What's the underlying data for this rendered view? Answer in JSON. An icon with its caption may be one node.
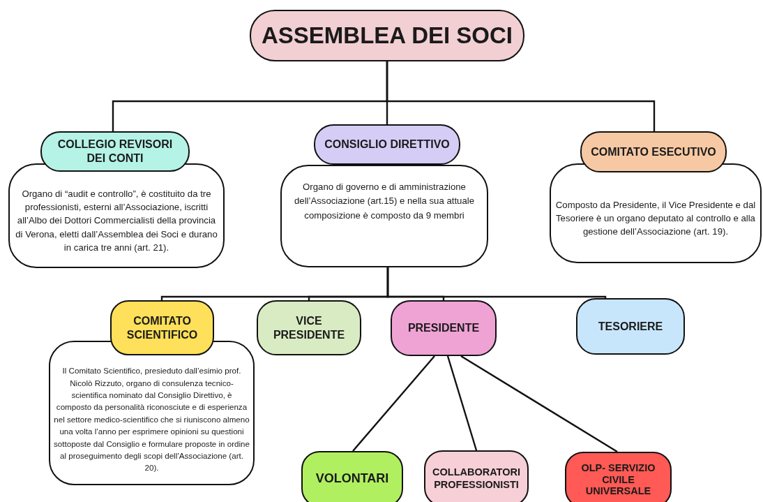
{
  "diagram": {
    "nodes": [
      {
        "text": [
          "ASSEMBLEA DEI SOCI"
        ]
      },
      {
        "text": [
          "COLLEGIO REVISORI DEI CONTI"
        ]
      },
      {
        "text": [
          "Organo di “audit e controllo”, è costituito da tre professionisti, esterni all’Associazione, iscritti all’Albo dei Dottori Commercialisti della provincia di Verona, eletti dall’Assemblea dei Soci e durano in carica tre anni (art. 21)."
        ]
      },
      {
        "text": [
          "CONSIGLIO DIRETTIVO"
        ]
      },
      {
        "text": [
          "Organo di governo e di amministrazione dell’Associazione (art.15) e nella sua attuale composizione è composto da 9 membri"
        ]
      },
      {
        "text": [
          "COMITATO ESECUTIVO"
        ]
      },
      {
        "text": [
          "Composto da Presidente, il Vice Presidente e dal Tesoriere è un organo deputato al controllo e alla gestione dell’Associazione (art. 19)."
        ]
      },
      {
        "text": [
          "COMITATO SCIENTIFICO"
        ]
      },
      {
        "text": [
          "Il Comitato Scientifico, presieduto dall’esimio prof. Nicolò Rizzuto, organo di consulenza tecnico-scientifica nominato dal Consiglio Direttivo, è composto da personalità riconosciute e di esperienza nel settore medico-scientifico che si riuniscono almeno una volta l’anno per esprimere opinioni su questioni sottoposte dal Consiglio e formulare proposte in ordine al proseguimento degli scopi dell’Associazione (art. 20)."
        ]
      },
      {
        "text": [
          "VICE PRESIDENTE"
        ]
      },
      {
        "text": [
          "PRESIDENTE"
        ]
      },
      {
        "text": [
          "TESORIERE"
        ]
      },
      {
        "text": [
          "VOLONTARI"
        ]
      },
      {
        "text": [
          "COLLABORATORI PROFESSIONISTI"
        ]
      },
      {
        "text": [
          "OLP- SERVIZIO CIVILE UNIVERSALE"
        ]
      }
    ],
    "edges": [
      {
        "from": 0,
        "to": 1,
        "arrow": "none"
      },
      {
        "from": 0,
        "to": 3,
        "arrow": "none"
      },
      {
        "from": 0,
        "to": 5,
        "arrow": "none"
      },
      {
        "from": 4,
        "to": 7,
        "arrow": "none"
      },
      {
        "from": 4,
        "to": 9,
        "arrow": "none"
      },
      {
        "from": 4,
        "to": 10,
        "arrow": "none"
      },
      {
        "from": 4,
        "to": 11,
        "arrow": "none"
      },
      {
        "from": 10,
        "to": 12,
        "arrow": "none"
      },
      {
        "from": 10,
        "to": 13,
        "arrow": "none"
      },
      {
        "from": 10,
        "to": 14,
        "arrow": "none"
      }
    ]
  }
}
